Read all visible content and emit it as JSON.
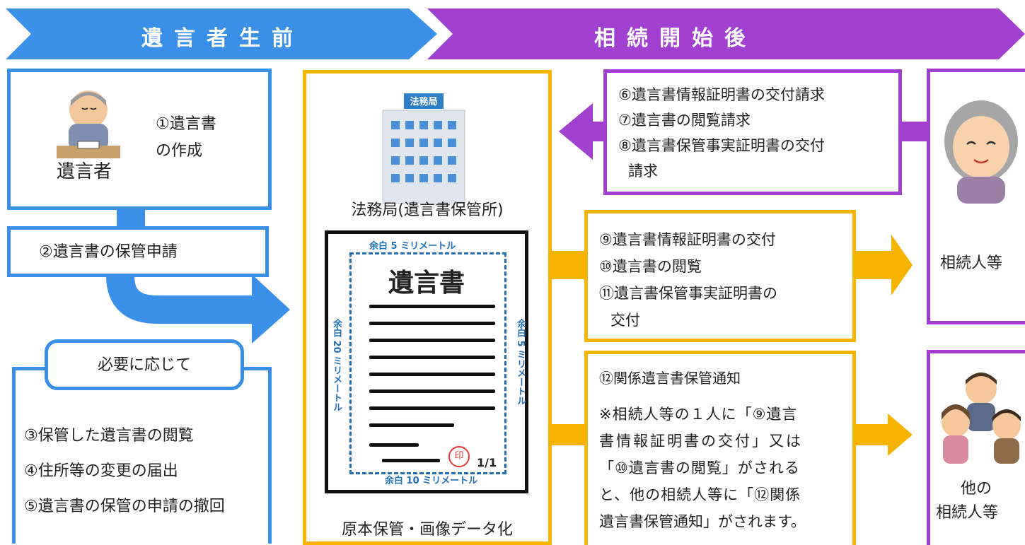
{
  "colors": {
    "blue": "#3a8fe8",
    "purple": "#a13fd1",
    "yellow": "#f6b400"
  },
  "phases": {
    "before": "遺言者生前",
    "after": "相続開始後"
  },
  "testator": {
    "step1": "①遺言書\nの作成",
    "label": "遺言者",
    "icon": "elderly-man-writing-icon"
  },
  "step2": "②遺言書の保管申請",
  "optional": {
    "title": "必要に応じて",
    "items": [
      "③保管した遺言書の閲覧",
      "④住所等の変更の届出",
      "⑤遺言書の保管の申請の撤回"
    ]
  },
  "bureau": {
    "sign": "法務局",
    "label": "法務局(遺言書保管所)",
    "bottom_label": "原本保管・画像データ化",
    "icon": "office-building-icon"
  },
  "document": {
    "title": "遺言書",
    "margin_top": "余白 5 ミリメートル",
    "margin_left": "余白 20 ミリメートル",
    "margin_right": "余白 5 ミリメートル",
    "margin_bottom": "余白 10 ミリメートル",
    "seal": "印",
    "page": "1/1"
  },
  "requests": [
    "⑥遺言書情報証明書の交付請求",
    "⑦遺言書の閲覧請求",
    "⑧遺言書保管事実証明書の交付",
    "請求"
  ],
  "deliveries": [
    "⑨遺言書情報証明書の交付",
    "⑩遺言書の閲覧",
    "⑪遺言書保管事実証明書の",
    "交付"
  ],
  "notice": {
    "title": "⑫関係遺言書保管通知",
    "note_lines": [
      "※相続人等の１人に「⑨遺言",
      "書情報証明書の交付」又は",
      "「⑩遺言書の閲覧」がされる",
      "と、他の相続人等に「⑫関係",
      "遺言書保管通知」がされます。"
    ]
  },
  "heirs": {
    "label": "相続人等",
    "icon": "elderly-woman-icon"
  },
  "other_heirs": {
    "label_line1": "他の",
    "label_line2": "相続人等",
    "icon": "family-icon"
  }
}
